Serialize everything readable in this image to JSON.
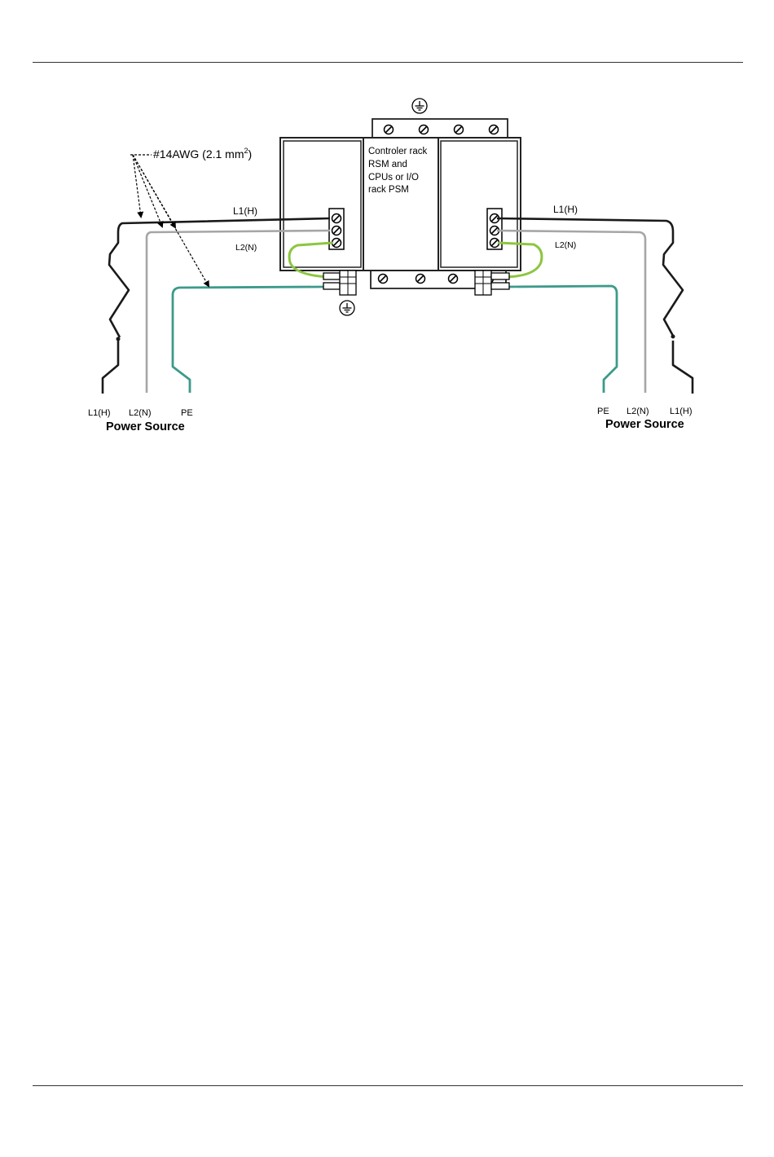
{
  "diagram": {
    "wire_gauge_label": "#14AWG (2.1 mm",
    "wire_gauge_sup": "2",
    "wire_gauge_close": ")",
    "center_module_lines": [
      "Controler rack",
      "RSM and",
      "CPUs or I/O",
      "rack PSM"
    ],
    "left_l1": "L1(H)",
    "left_l2": "L2(N)",
    "right_l1": "L1(H)",
    "right_l2": "L2(N)",
    "left_source": {
      "l1": "L1(H)",
      "l2": "L2(N)",
      "pe": "PE",
      "title": "Power Source"
    },
    "right_source": {
      "pe": "PE",
      "l2": "L2(N)",
      "l1": "L1(H)",
      "title": "Power Source"
    }
  },
  "colors": {
    "hot": "#1a1a1a",
    "neutral": "#a6a6a6",
    "pe": "#3d9a8b",
    "jumper": "#8cc63f",
    "outline": "#222222"
  }
}
